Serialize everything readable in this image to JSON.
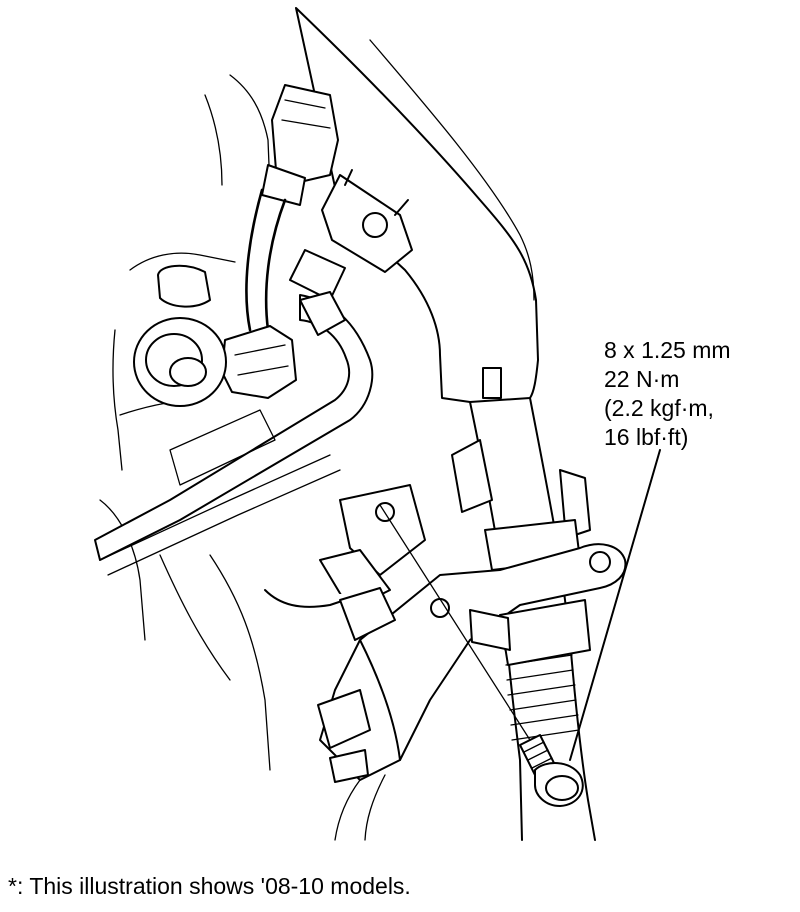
{
  "spec": {
    "size": "8 x 1.25 mm",
    "torque_nm": "22 N·m",
    "torque_kgf": "(2.2 kgf·m,",
    "torque_lbf": "16 lbf·ft)"
  },
  "footnote": "*: This illustration shows '08-10 models."
}
